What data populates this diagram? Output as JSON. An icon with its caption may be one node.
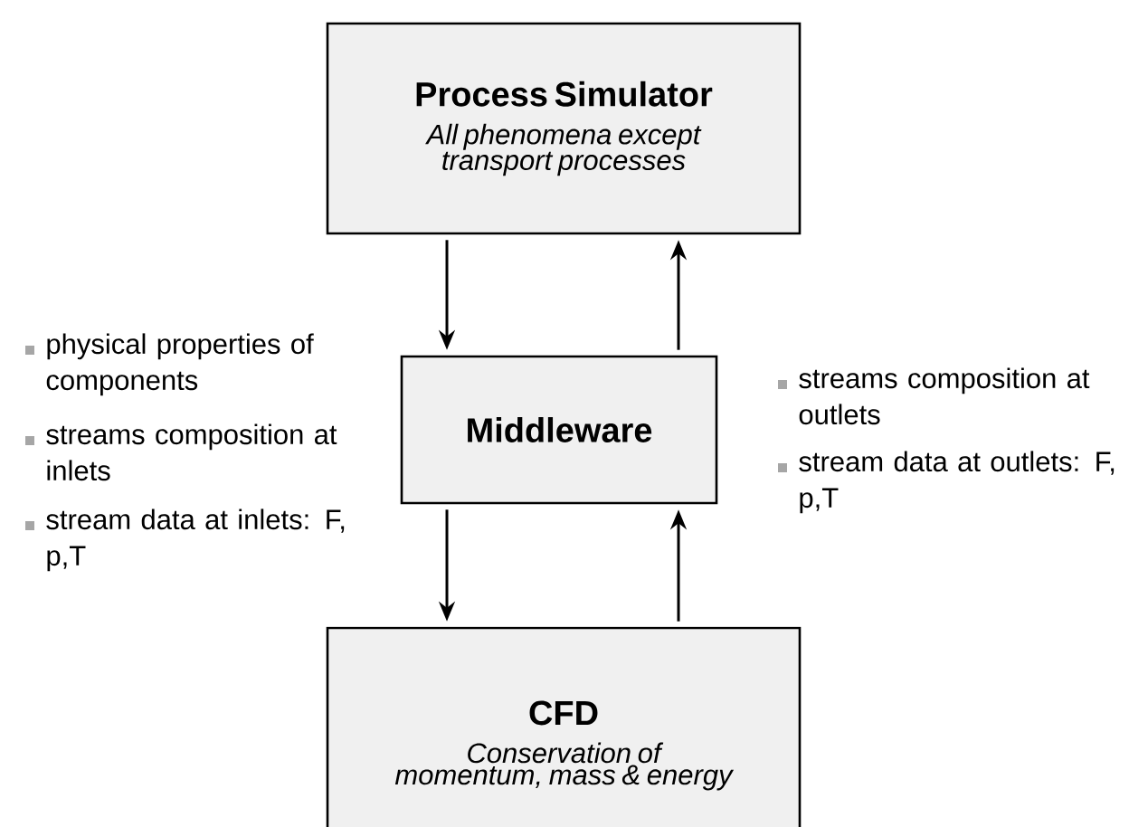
{
  "diagram": {
    "nodes": [
      {
        "text": [
          "Process Simulator",
          "All phenomena except transport processes"
        ]
      },
      {
        "text": [
          "Middleware"
        ]
      },
      {
        "text": [
          "CFD",
          "Conservation of momentum, mass & energy"
        ]
      }
    ],
    "edges": [
      {
        "from": 0,
        "to": 1,
        "arrow": "to"
      },
      {
        "from": 1,
        "to": 0,
        "arrow": "to"
      },
      {
        "from": 1,
        "to": 2,
        "arrow": "to"
      },
      {
        "from": 2,
        "to": 1,
        "arrow": "to"
      }
    ],
    "labels": [
      "physical properties of components",
      "streams composition at inlets",
      "stream data at inlets: F, p,T",
      "streams composition at outlets",
      "stream data at outlets: F, p,T"
    ]
  }
}
